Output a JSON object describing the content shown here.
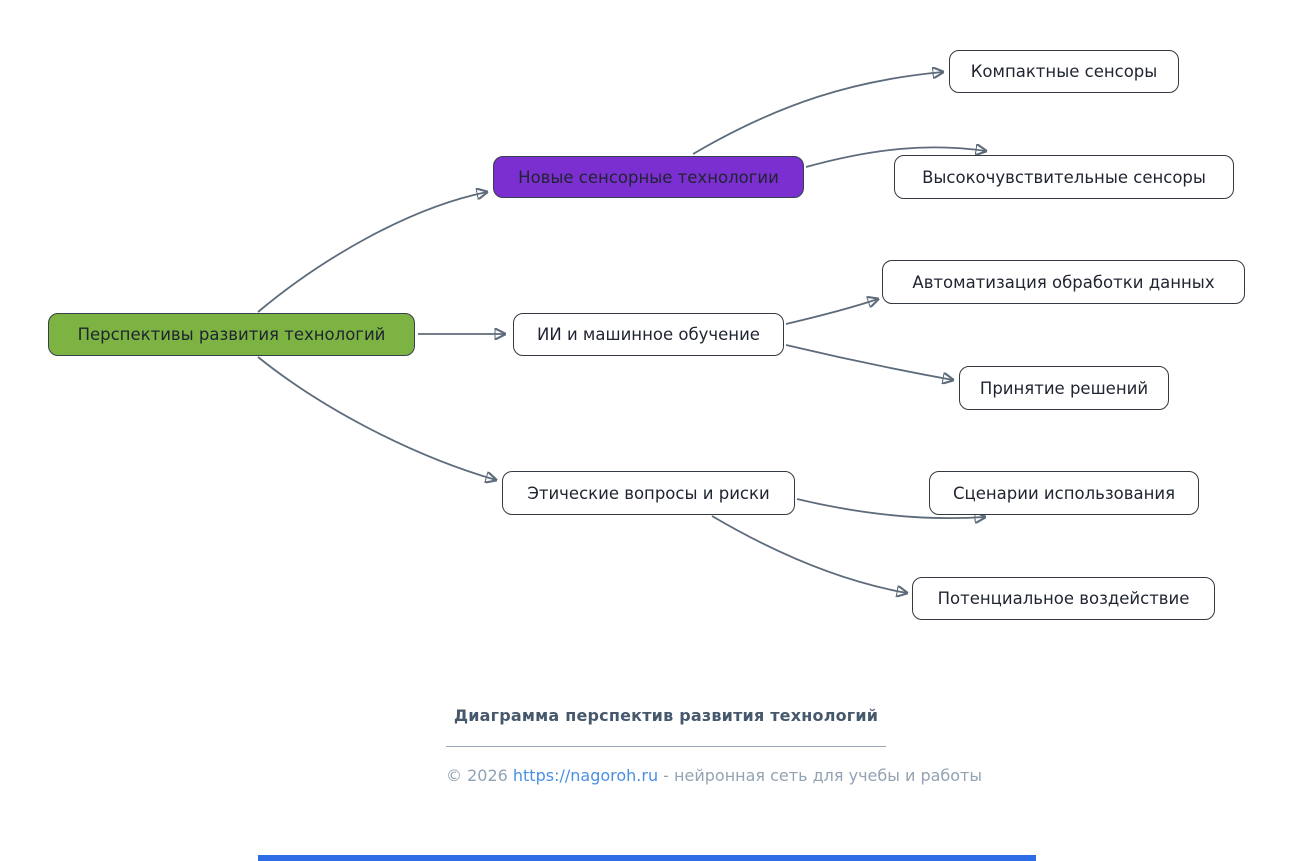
{
  "mindmap": {
    "root": {
      "label": "Перспективы развития технологий"
    },
    "branches": [
      {
        "label": "Новые сенсорные технологии",
        "children": [
          {
            "label": "Компактные сенсоры"
          },
          {
            "label": "Высокочувствительные сенсоры"
          }
        ]
      },
      {
        "label": "ИИ и машинное обучение",
        "children": [
          {
            "label": "Автоматизация обработки данных"
          },
          {
            "label": "Принятие решений"
          }
        ]
      },
      {
        "label": "Этические вопросы и риски",
        "children": [
          {
            "label": "Сценарии использования"
          },
          {
            "label": "Потенциальное воздействие"
          }
        ]
      }
    ]
  },
  "caption": {
    "title": "Диаграмма перспектив развития технологий"
  },
  "footer": {
    "copyright_prefix": "© 2026 ",
    "link": "https://nagoroh.ru",
    "tagline": " - нейронная сеть для учебы и работы"
  },
  "colors": {
    "root_fill": "#7cb342",
    "branch_purple_fill": "#7b2fd0",
    "node_border": "#333a42",
    "node_text": "#1f2430",
    "edge": "#5d6b7a",
    "caption_text": "#46586c",
    "footer_text": "#93a3b3",
    "link": "#4a90e2",
    "bottom_bar": "#2e6de5"
  }
}
